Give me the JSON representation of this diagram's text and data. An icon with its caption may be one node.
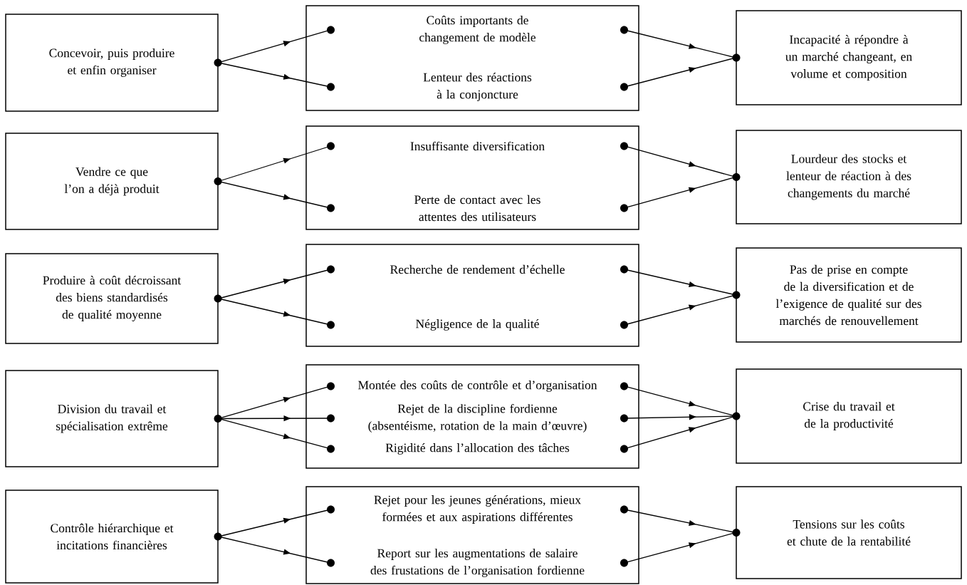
{
  "diagram": {
    "nodes": [
      {
        "text": [
          "Concevoir, puis produire et enfin organiser"
        ]
      },
      {
        "text": [],
        "shape": "box"
      },
      {
        "text": [
          "Coûts importants de changement de modèle"
        ],
        "in": 1
      },
      {
        "text": [
          "Lenteur des réactions à la conjoncture"
        ],
        "in": 1
      },
      {
        "text": [
          "Incapacité à répondre à un marché changeant, en volume et composition"
        ]
      },
      {
        "text": [
          "Vendre ce que l’on a déjà produit"
        ]
      },
      {
        "text": [],
        "shape": "box"
      },
      {
        "text": [
          "Insuffisante diversification"
        ],
        "in": 6
      },
      {
        "text": [
          "Perte de contact avec les attentes des utilisateurs"
        ],
        "in": 6
      },
      {
        "text": [
          "Lourdeur des stocks et lenteur de réaction à des changements du marché"
        ]
      },
      {
        "text": [
          "Produire à coût décroissant des biens standardisés de qualité moyenne"
        ]
      },
      {
        "text": [],
        "shape": "box"
      },
      {
        "text": [
          "Recherche de rendement d’échelle"
        ],
        "in": 11
      },
      {
        "text": [
          "Négligence de la qualité"
        ],
        "in": 11
      },
      {
        "text": [
          "Pas de prise en compte de la diversification et de l’exigence de qualité sur des marchés de renouvellement"
        ]
      },
      {
        "text": [
          "Division du travail et spécialisation extrême"
        ]
      },
      {
        "text": [],
        "shape": "box"
      },
      {
        "text": [
          "Montée des coûts de contrôle et d’organisation"
        ],
        "in": 16
      },
      {
        "text": [
          "Rejet de la discipline fordienne (absentéisme, rotation de la main d’œuvre)"
        ],
        "in": 16
      },
      {
        "text": [
          "Rigidité dans l’allocation des tâches"
        ],
        "in": 16
      },
      {
        "text": [
          "Crise du travail et de la productivité"
        ]
      },
      {
        "text": [
          "Contrôle hiérarchique et incitations financières"
        ]
      },
      {
        "text": [],
        "shape": "box"
      },
      {
        "text": [
          "Rejet pour les jeunes générations, mieux formées et aux aspirations différentes"
        ],
        "in": 22
      },
      {
        "text": [
          "Report sur les augmentations de salaire des frustations de l’organisation fordienne"
        ],
        "in": 22
      },
      {
        "text": [
          "Tensions sur les coûts et chute de la rentabilité"
        ]
      }
    ],
    "edges": [
      {
        "from": 0,
        "to": 2,
        "arrow": "to"
      },
      {
        "from": 0,
        "to": 3,
        "arrow": "to"
      },
      {
        "from": 2,
        "to": 4,
        "arrow": "to"
      },
      {
        "from": 3,
        "to": 4,
        "arrow": "to"
      },
      {
        "from": 5,
        "to": 7,
        "arrow": "to"
      },
      {
        "from": 5,
        "to": 8,
        "arrow": "to"
      },
      {
        "from": 7,
        "to": 9,
        "arrow": "to"
      },
      {
        "from": 8,
        "to": 9,
        "arrow": "to"
      },
      {
        "from": 10,
        "to": 12,
        "arrow": "to"
      },
      {
        "from": 10,
        "to": 13,
        "arrow": "to"
      },
      {
        "from": 12,
        "to": 14,
        "arrow": "to"
      },
      {
        "from": 13,
        "to": 14,
        "arrow": "to"
      },
      {
        "from": 15,
        "to": 17,
        "arrow": "to"
      },
      {
        "from": 15,
        "to": 18,
        "arrow": "to"
      },
      {
        "from": 15,
        "to": 19,
        "arrow": "to"
      },
      {
        "from": 17,
        "to": 20,
        "arrow": "to"
      },
      {
        "from": 18,
        "to": 20,
        "arrow": "to"
      },
      {
        "from": 19,
        "to": 20,
        "arrow": "to"
      },
      {
        "from": 21,
        "to": 23,
        "arrow": "to"
      },
      {
        "from": 21,
        "to": 24,
        "arrow": "to"
      },
      {
        "from": 23,
        "to": 25,
        "arrow": "to"
      },
      {
        "from": 24,
        "to": 25,
        "arrow": "to"
      }
    ]
  }
}
